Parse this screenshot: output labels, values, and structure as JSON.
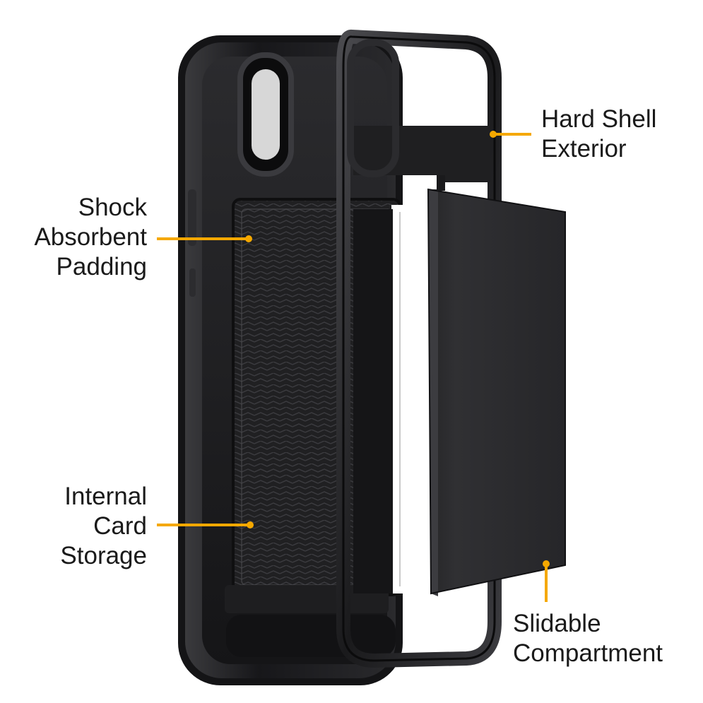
{
  "callouts": {
    "hard_shell": {
      "line1": "Hard Shell",
      "line2": "Exterior"
    },
    "shock_padding": {
      "line1": "Shock",
      "line2": "Absorbent",
      "line3": "Padding"
    },
    "card_storage": {
      "line1": "Internal",
      "line2": "Card",
      "line3": "Storage"
    },
    "slidable": {
      "line1": "Slidable",
      "line2": "Compartment"
    }
  },
  "colors": {
    "accent": "#f5a800",
    "case_black": "#1c1c1e",
    "background": "#ffffff"
  }
}
